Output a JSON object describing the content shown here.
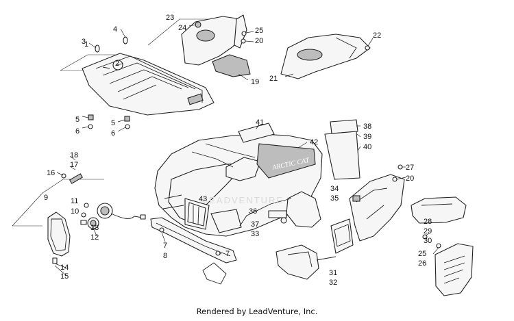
{
  "watermark": "LEADVENTURE",
  "footer": "Rendered by LeadVenture, Inc.",
  "callouts": [
    "1",
    "2",
    "3",
    "4",
    "5",
    "5",
    "6",
    "6",
    "7",
    "7",
    "8",
    "9",
    "10",
    "11",
    "12",
    "13",
    "14",
    "15",
    "16",
    "17",
    "18",
    "19",
    "20",
    "20",
    "21",
    "22",
    "23",
    "24",
    "25",
    "25",
    "26",
    "27",
    "28",
    "29",
    "30",
    "31",
    "32",
    "33",
    "34",
    "35",
    "36",
    "37",
    "38",
    "39",
    "40",
    "41",
    "42",
    "43"
  ]
}
